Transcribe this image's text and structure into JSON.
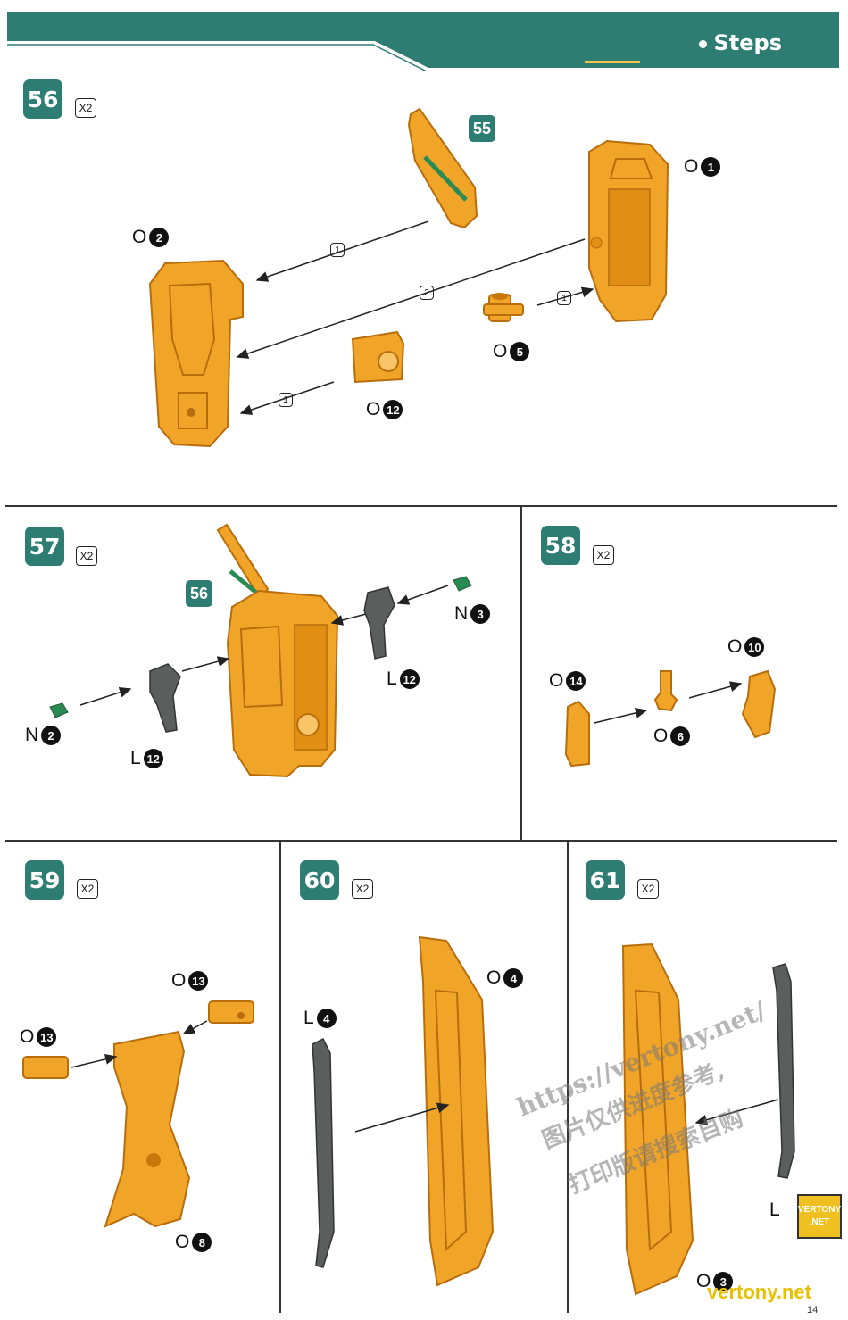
{
  "header": {
    "section_label": "Steps"
  },
  "colors": {
    "teal": "#2e7d73",
    "orange": "#f0a528",
    "gray": "#5a5f5e",
    "green": "#2a8a54"
  },
  "steps": [
    {
      "number": "56",
      "qty": "X2",
      "ref": "55",
      "parts": [
        {
          "letter": "O",
          "num": "1"
        },
        {
          "letter": "O",
          "num": "2"
        },
        {
          "letter": "O",
          "num": "5"
        },
        {
          "letter": "O",
          "num": "12"
        }
      ],
      "arrows": [
        "1",
        "2",
        "1",
        "1"
      ]
    },
    {
      "number": "57",
      "qty": "X2",
      "ref": "56",
      "parts": [
        {
          "letter": "N",
          "num": "3"
        },
        {
          "letter": "L",
          "num": "12"
        },
        {
          "letter": "N",
          "num": "2"
        },
        {
          "letter": "L",
          "num": "12"
        }
      ]
    },
    {
      "number": "58",
      "qty": "X2",
      "parts": [
        {
          "letter": "O",
          "num": "10"
        },
        {
          "letter": "O",
          "num": "14"
        },
        {
          "letter": "O",
          "num": "6"
        }
      ]
    },
    {
      "number": "59",
      "qty": "X2",
      "parts": [
        {
          "letter": "O",
          "num": "13"
        },
        {
          "letter": "O",
          "num": "13"
        },
        {
          "letter": "O",
          "num": "8"
        }
      ]
    },
    {
      "number": "60",
      "qty": "X2",
      "parts": [
        {
          "letter": "O",
          "num": "4"
        },
        {
          "letter": "L",
          "num": "4"
        }
      ]
    },
    {
      "number": "61",
      "qty": "X2",
      "parts": [
        {
          "letter": "L",
          "num": ""
        },
        {
          "letter": "O",
          "num": "3"
        }
      ]
    }
  ],
  "watermark": {
    "url": "https://vertony.net/",
    "line1": "图片仅供进度参考,",
    "line2": "打印版请搜索自购",
    "logo": "VERTONY .NET",
    "footer": "vertony.net"
  },
  "page_number": "14"
}
